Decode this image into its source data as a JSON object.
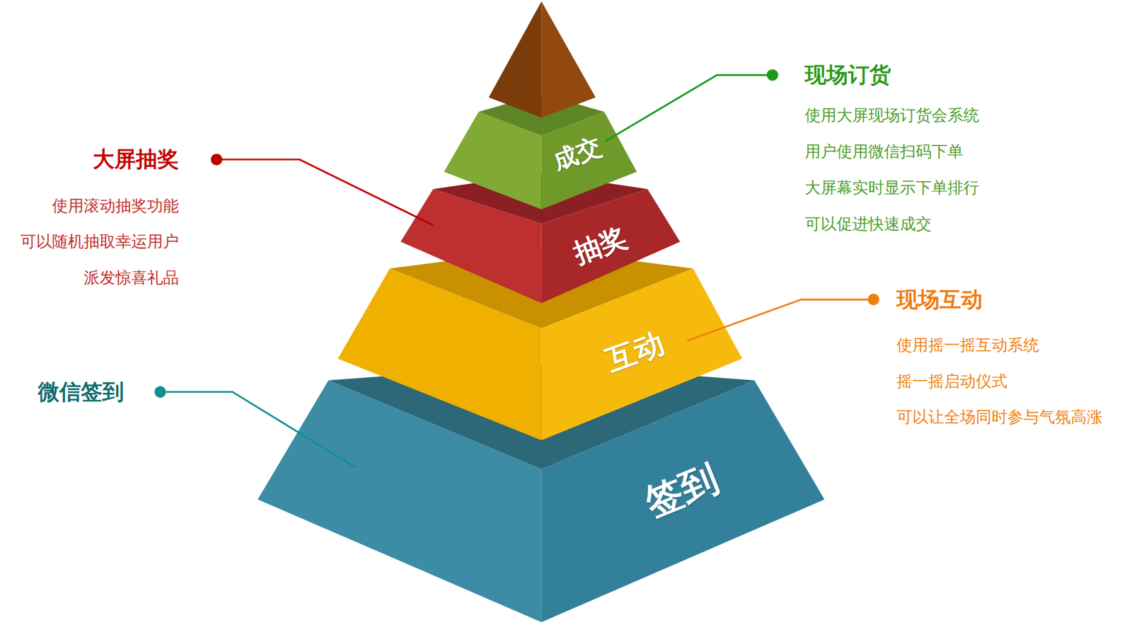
{
  "diagram": {
    "nodes": [
      {
        "text": [
          "成交"
        ]
      },
      {
        "text": [
          "抽奖"
        ]
      },
      {
        "text": [
          "互动"
        ]
      },
      {
        "text": [
          "签到"
        ]
      }
    ],
    "labels": [
      "现场订货",
      "使用大屏现场订货会系统",
      "用户使用微信扫码下单",
      "大屏幕实时显示下单排行",
      "可以促进快速成交",
      "大屏抽奖",
      "使用滚动抽奖功能",
      "可以随机抽取幸运用户",
      "派发惊喜礼品",
      "现场互动",
      "使用摇一摇互动系统",
      "摇一摇启动仪式",
      "可以让全场同时参与气氛高涨",
      "微信签到"
    ]
  }
}
